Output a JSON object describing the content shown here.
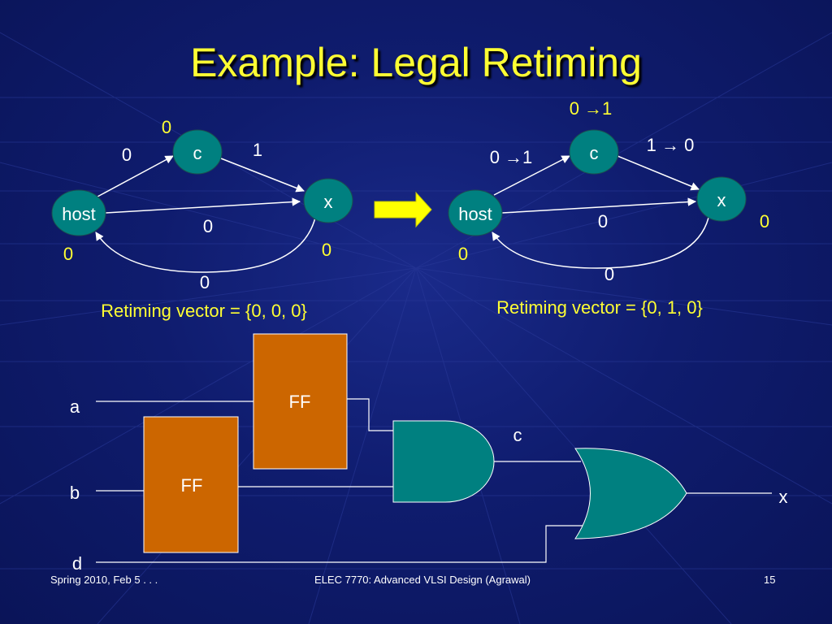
{
  "title": "Example: Legal Retiming",
  "colors": {
    "title": "#ffff33",
    "node_fill": "#008080",
    "label_yellow": "#ffff33",
    "ff_fill": "#cc6600",
    "gate_fill": "#008080",
    "arrow": "#ffff00"
  },
  "graph_left": {
    "nodes": {
      "c": "c",
      "x": "x",
      "host": "host"
    },
    "edge_weights": {
      "host_c": "0",
      "c_x": "1",
      "host_x": "0",
      "x_host": "0"
    },
    "retiming_values": {
      "c": "0",
      "host": "0",
      "x": "0"
    },
    "retiming_vector": "Retiming vector = {0, 0, 0}"
  },
  "graph_right": {
    "nodes": {
      "c": "c",
      "x": "x",
      "host": "host"
    },
    "edge_weights": {
      "host_c": "0 →1",
      "c_x": "1 → 0",
      "host_x": "0",
      "x_host": "0"
    },
    "retiming_values": {
      "c": "0 →1",
      "host": "0",
      "x": "0"
    },
    "retiming_vector": "Retiming vector = {0, 1, 0}"
  },
  "circuit": {
    "inputs": {
      "a": "a",
      "b": "b",
      "d": "d"
    },
    "ff_top": "FF",
    "ff_bottom": "FF",
    "signal_c": "c",
    "output_x": "x"
  },
  "footer": {
    "left": "Spring 2010, Feb 5 . . .",
    "center": "ELEC 7770: Advanced VLSI Design (Agrawal)",
    "right": "15"
  }
}
